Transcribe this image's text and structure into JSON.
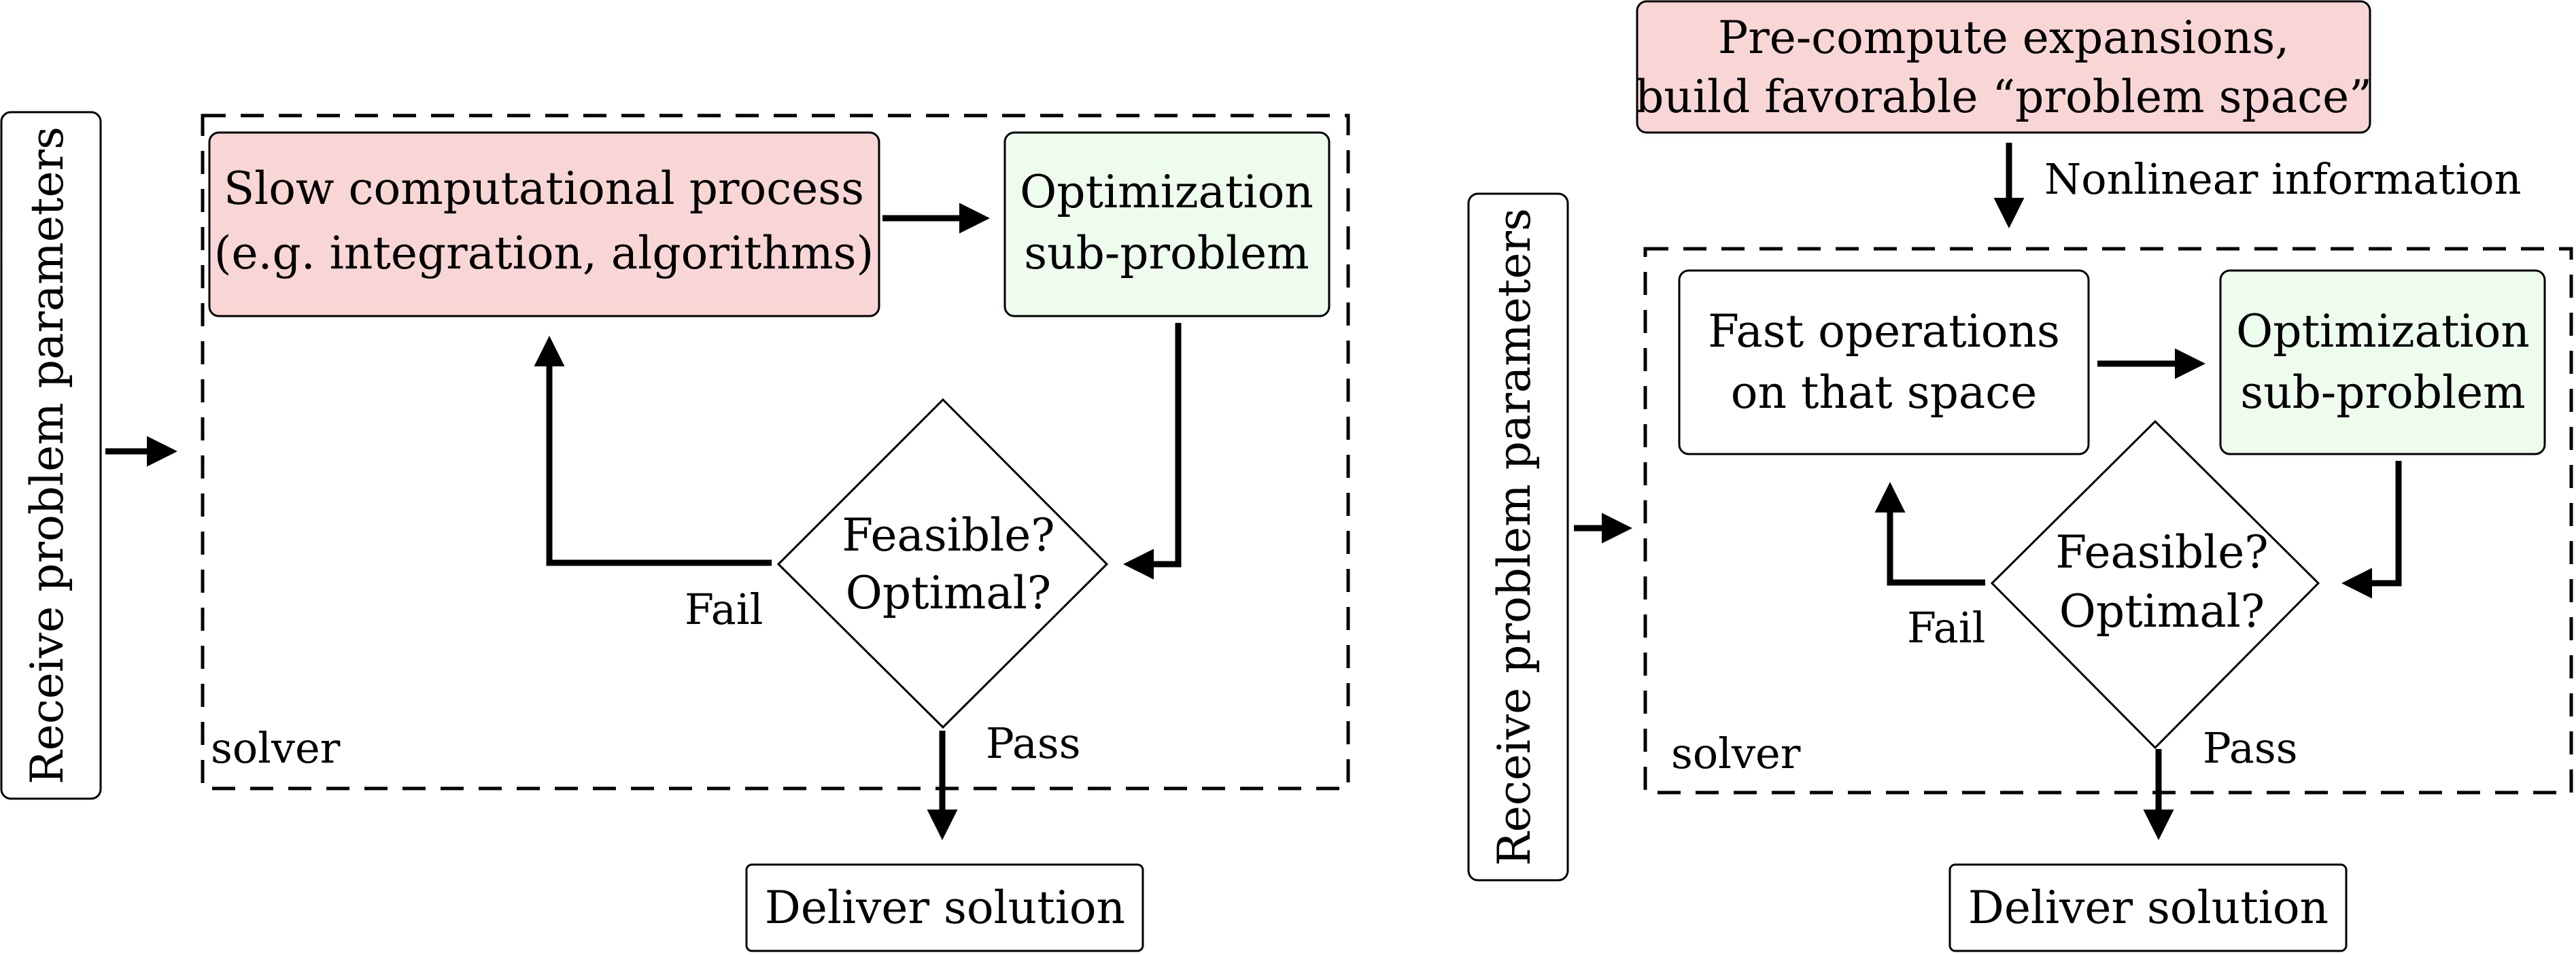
{
  "colors": {
    "slow_fill": "#f9d6d6",
    "opt_fill": "#eefcee",
    "stroke": "#000000",
    "white": "#ffffff"
  },
  "left": {
    "receive": "Receive problem parameters",
    "slow_line1": "Slow computational process",
    "slow_line2": "(e.g. integration, algorithms)",
    "opt_line1": "Optimization",
    "opt_line2": "sub-problem",
    "check_line1": "Feasible?",
    "check_line2": "Optimal?",
    "fail": "Fail",
    "pass": "Pass",
    "solver": "solver",
    "deliver": "Deliver solution"
  },
  "right": {
    "precompute_line1": "Pre-compute expansions,",
    "precompute_line2": "build favorable “problem space”",
    "nonlinear": "Nonlinear information",
    "receive": "Receive problem parameters",
    "fast_line1": "Fast operations",
    "fast_line2": "on that space",
    "opt_line1": "Optimization",
    "opt_line2": "sub-problem",
    "check_line1": "Feasible?",
    "check_line2": "Optimal?",
    "fail": "Fail",
    "pass": "Pass",
    "solver": "solver",
    "deliver": "Deliver solution"
  }
}
